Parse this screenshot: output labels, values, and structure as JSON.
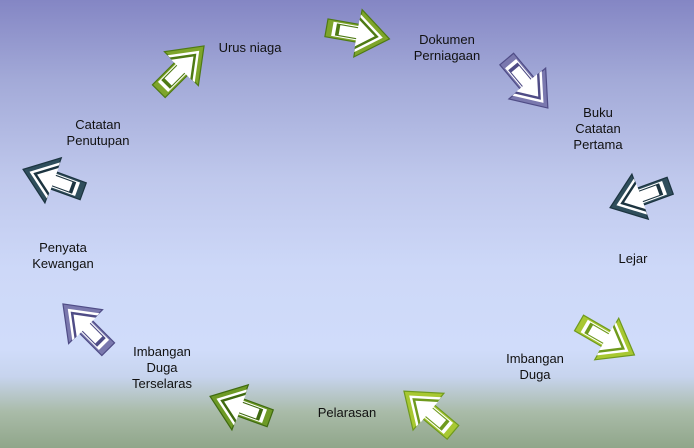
{
  "diagram": {
    "steps": [
      {
        "label": "Urus niaga",
        "style": "green",
        "angle": -45
      },
      {
        "label": "Dokumen\nPerniagaan",
        "style": "green",
        "angle": 10
      },
      {
        "label": "Buku\nCatatan\nPertama",
        "style": "purple",
        "angle": 50
      },
      {
        "label": "Lejar",
        "style": "teal",
        "angle": 160
      },
      {
        "label": "Imbangan\nDuga",
        "style": "lime",
        "angle": 30
      },
      {
        "label": "Pelarasan",
        "style": "lime",
        "angle": 220
      },
      {
        "label": "Imbangan\nDuga\nTerselaras",
        "style": "olive",
        "angle": 200
      },
      {
        "label": "Penyata\nKewangan",
        "style": "purple",
        "angle": -135
      },
      {
        "label": "Catatan\nPenutupan",
        "style": "teal",
        "angle": 200
      }
    ],
    "colors": {
      "green": {
        "outer": "#7ea52a",
        "mid": "#4e7a14"
      },
      "olive": {
        "outer": "#6e9a26",
        "mid": "#3f6a10"
      },
      "lime": {
        "outer": "#a8c832",
        "mid": "#6f9a1e"
      },
      "purple": {
        "outer": "#7a78ae",
        "mid": "#4f4c86"
      },
      "teal": {
        "outer": "#2f4e5c",
        "mid": "#1c3440"
      }
    }
  }
}
